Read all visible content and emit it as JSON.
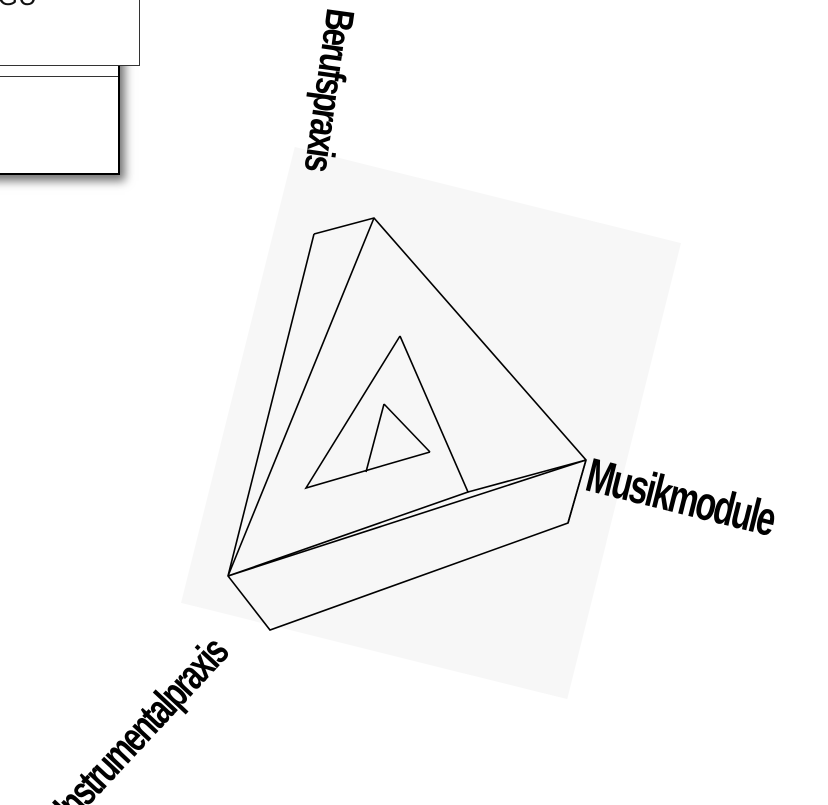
{
  "card": {
    "label": "KGU"
  },
  "diagram": {
    "labels": {
      "top": "Berufspraxis",
      "right": "Musikmodule",
      "bottom_left": "Instrumentalpraxis"
    }
  },
  "colors": {
    "stroke": "#000000",
    "background": "#ffffff",
    "backdrop": "#f7f7f7"
  }
}
